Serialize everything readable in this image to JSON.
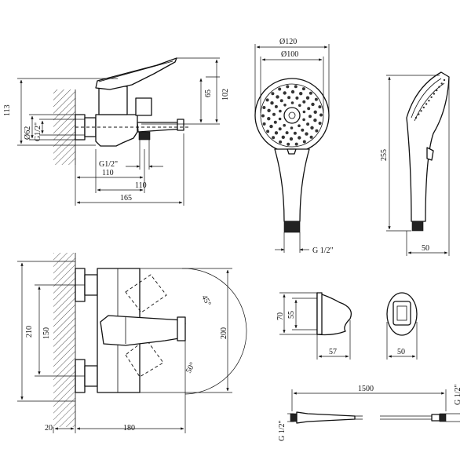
{
  "side_view": {
    "dims": {
      "d62": "Ø62",
      "g12_left": "G1/2\"",
      "h113": "113",
      "h65": "65",
      "h102": "102",
      "g12_bottom": "G1/2\"",
      "w110a": "110",
      "w110b": "110",
      "w165": "165"
    }
  },
  "top_view": {
    "dims": {
      "h210": "210",
      "h150": "150",
      "h200": "200",
      "a45": "45°",
      "a50": "50°",
      "w20": "20",
      "w180": "180"
    }
  },
  "shower_head": {
    "dims": {
      "d120": "Ø120",
      "d100": "Ø100",
      "h255": "255",
      "thread": "G 1/2\"",
      "w50": "50"
    }
  },
  "holder": {
    "dims": {
      "h70": "70",
      "h55": "55",
      "w57": "57",
      "w50": "50"
    }
  },
  "hose": {
    "dims": {
      "length": "1500",
      "g12_left": "G 1/2\"",
      "g12_right": "G 1/2\""
    }
  }
}
